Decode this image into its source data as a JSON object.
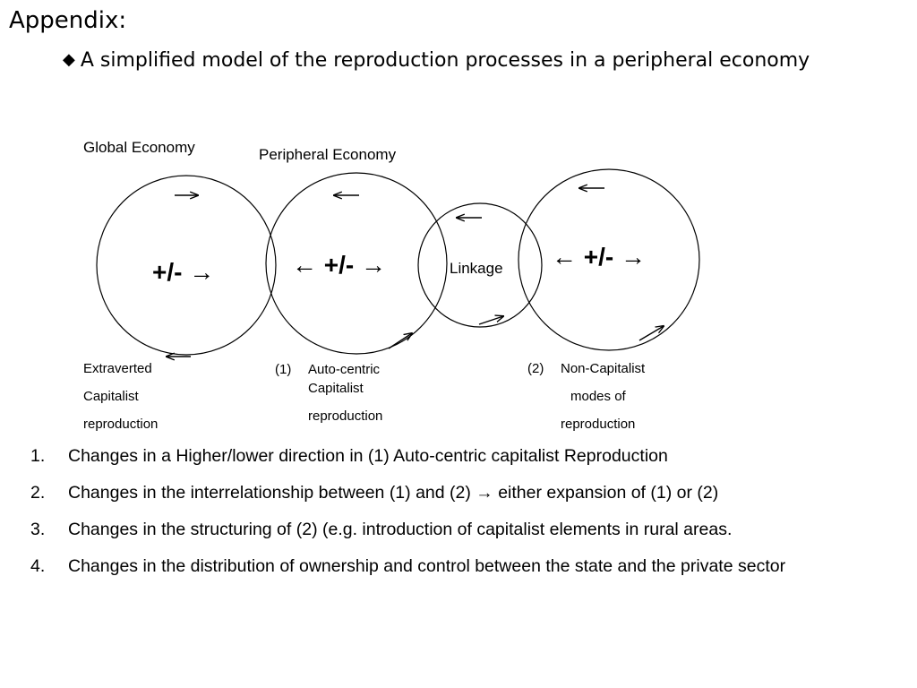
{
  "title": "Appendix:",
  "subtitle": "A simplified model of the reproduction processes in a peripheral economy",
  "bullet_icon": "diamond-bullet",
  "diagram": {
    "label_global": "Global Economy",
    "label_peripheral": "Peripheral Economy",
    "circle1_sign": "+/- →",
    "circle2_sign": "← +/- →",
    "circle3_label": "Linkage",
    "circle4_sign": "← +/- →",
    "cap1": [
      "Extraverted",
      "Capitalist",
      "reproduction"
    ],
    "cap2_num": "(1)",
    "cap2": [
      "Auto-centric",
      "Capitalist",
      "reproduction"
    ],
    "cap3_num": "(2)",
    "cap3": [
      "Non-Capitalist",
      "modes of",
      "reproduction"
    ]
  },
  "changes": [
    {
      "num": "1.",
      "text": "Changes in a Higher/lower direction  in (1) Auto-centric capitalist Reproduction"
    },
    {
      "num": "2.",
      "text": "Changes in the interrelationship between (1) and (2) → either expansion of (1) or (2)"
    },
    {
      "num": "3.",
      "text": "Changes in the structuring of (2) (e.g. introduction of capitalist elements in rural areas."
    },
    {
      "num": "4.",
      "text": "Changes in the distribution of ownership and control between the state and the private sector"
    }
  ]
}
